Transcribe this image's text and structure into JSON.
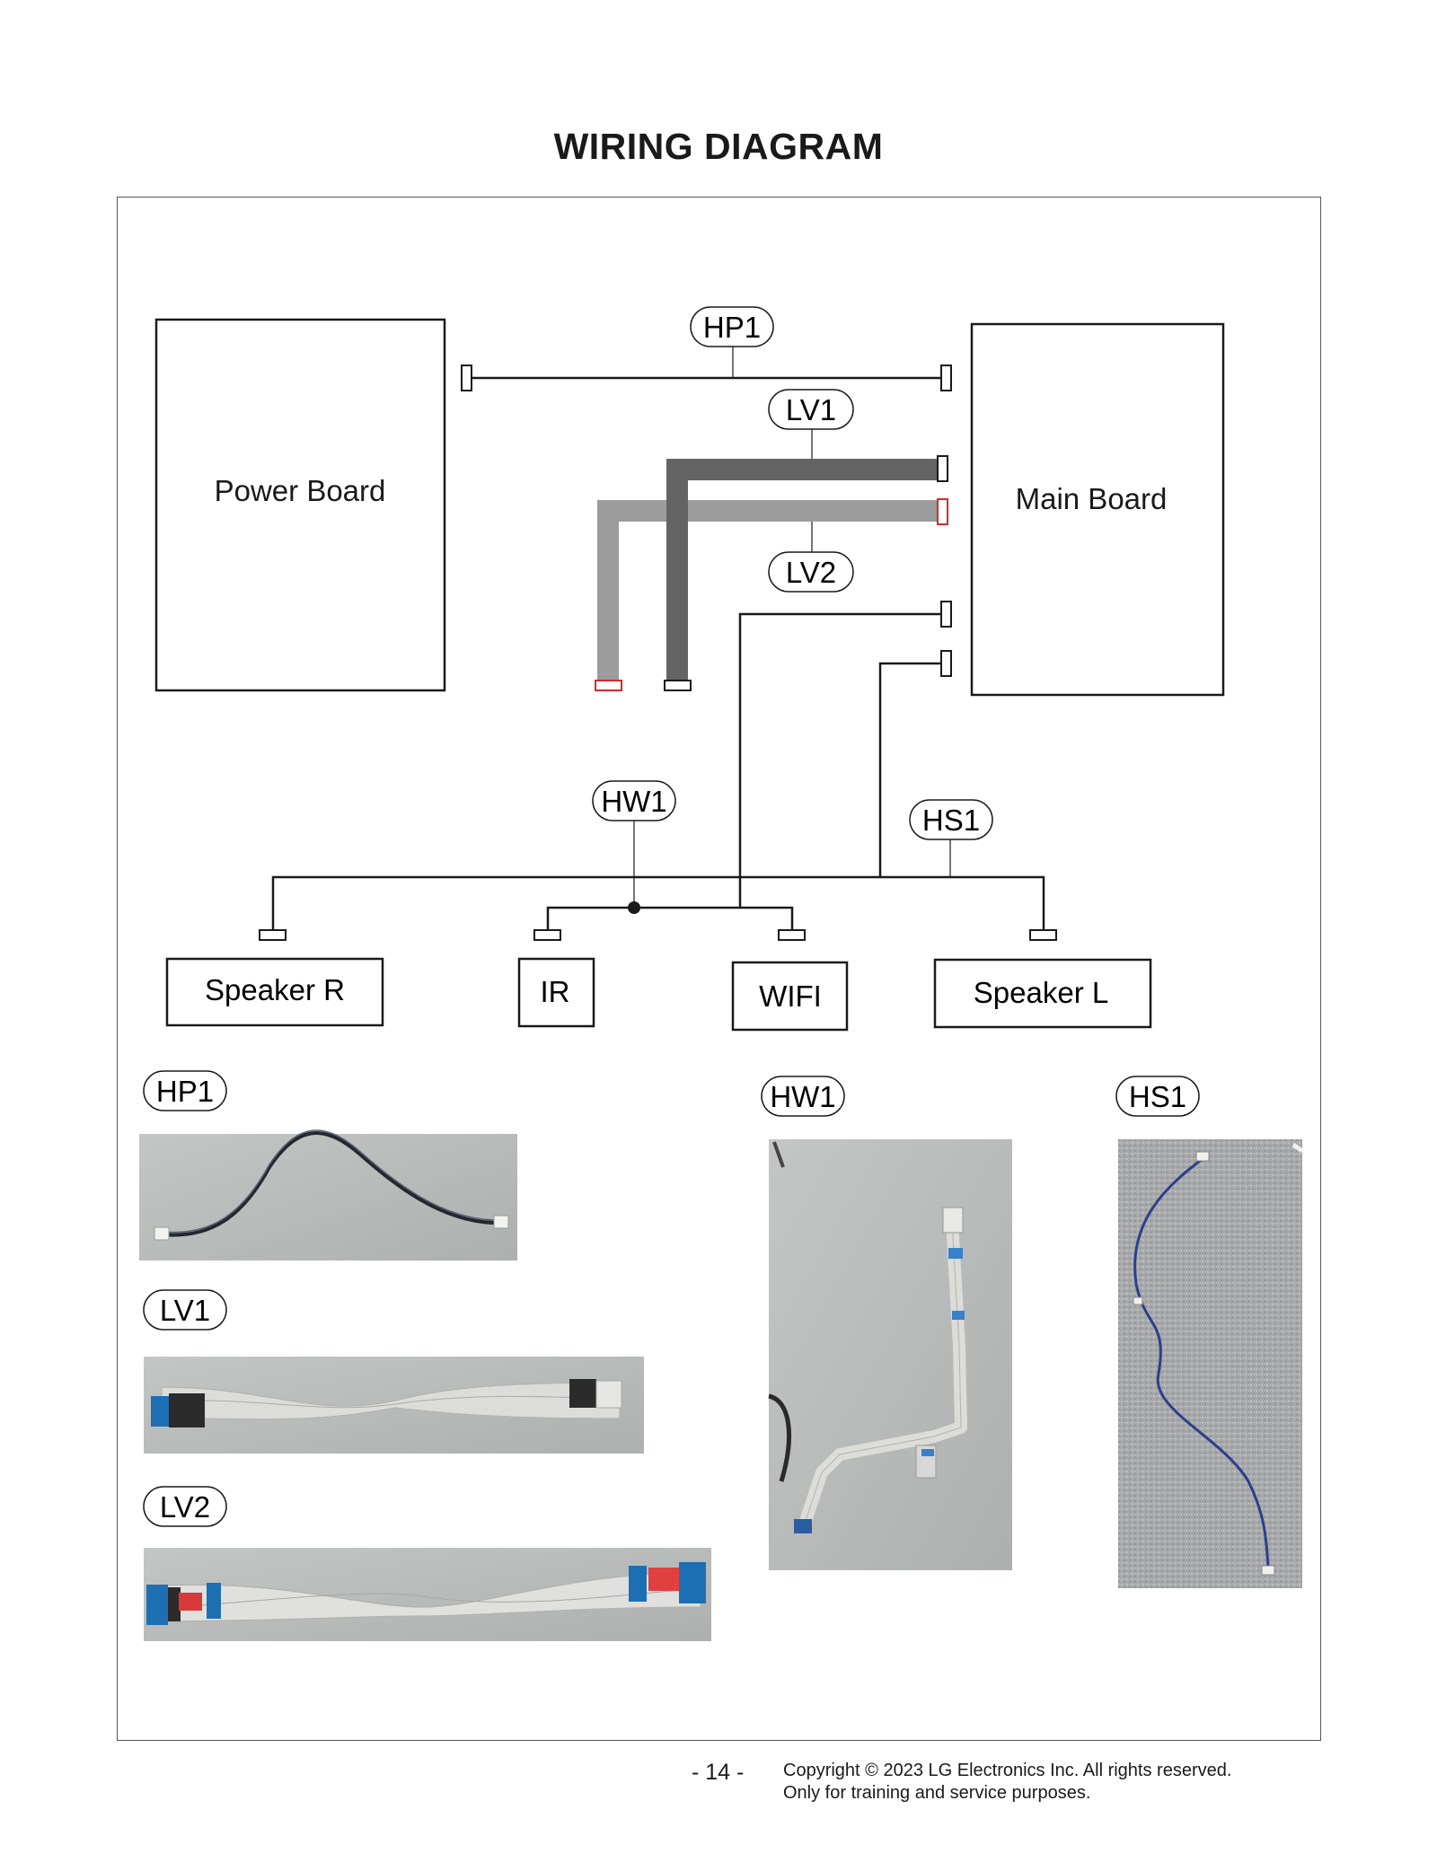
{
  "title": "WIRING DIAGRAM",
  "boards": {
    "power": "Power Board",
    "main": "Main Board"
  },
  "cables": {
    "hp1": "HP1",
    "lv1": "LV1",
    "lv2": "LV2",
    "hw1": "HW1",
    "hs1": "HS1"
  },
  "devices": {
    "speaker_r": "Speaker R",
    "ir": "IR",
    "wifi": "WIFI",
    "speaker_l": "Speaker L"
  },
  "photos": {
    "hp1": "HP1",
    "lv1": "LV1",
    "lv2": "LV2",
    "hw1": "HW1",
    "hs1": "HS1"
  },
  "footer": {
    "page": "- 14 -",
    "copyright": "Copyright © 2023 LG Electronics Inc. All rights reserved.",
    "note": "Only for training and service purposes."
  },
  "colors": {
    "lv1_cable": "#646464",
    "lv2_cable": "#9c9c9c",
    "lv2_connector": "#d42a2a"
  }
}
